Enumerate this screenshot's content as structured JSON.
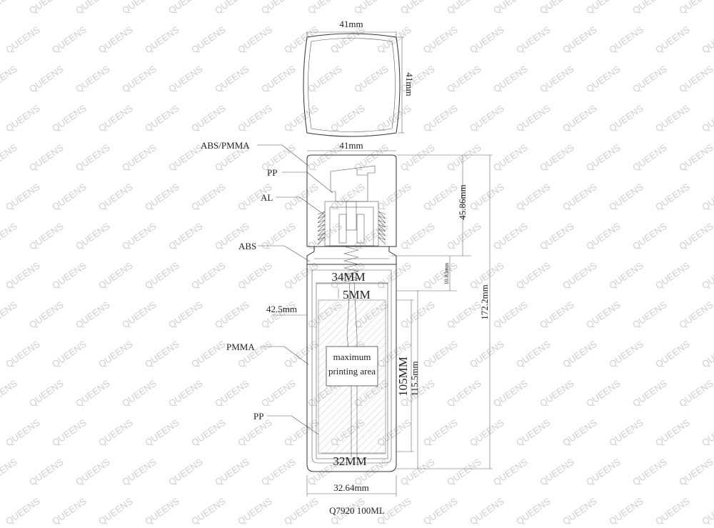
{
  "watermark": "QUEENS",
  "cap_dims": {
    "width": "41mm",
    "depth": "41mm"
  },
  "part_dims": {
    "top_width": "41mm",
    "pump_height": "45.86mm",
    "neck_height": "10.83mm",
    "total_height": "172.2mm",
    "inner_width": "34MM",
    "gap": "5MM",
    "side_offset": "42.5mm",
    "print_height": "105MM",
    "body_height": "115.5mm",
    "bottom_inner": "32MM",
    "bottom_width": "32.64mm"
  },
  "materials": {
    "overcap": "ABS/PMMA",
    "actuator": "PP",
    "collar": "AL",
    "shoulder": "ABS",
    "bottle": "PMMA",
    "inner": "PP"
  },
  "print_area": {
    "line1": "maximum",
    "line2": "printing area"
  },
  "model": "Q7920  100ML"
}
